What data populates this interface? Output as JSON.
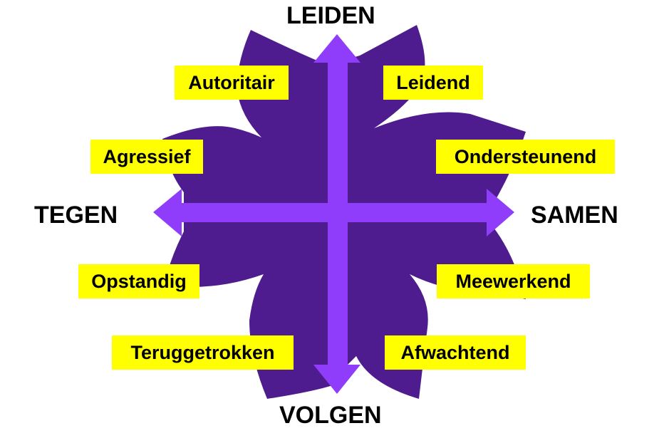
{
  "axes": {
    "top": "LEIDEN",
    "bottom": "VOLGEN",
    "left": "TEGEN",
    "right": "SAMEN"
  },
  "labels": {
    "autoritair": "Autoritair",
    "leidend": "Leidend",
    "agressief": "Agressief",
    "ondersteunend": "Ondersteunend",
    "opstandig": "Opstandig",
    "meewerkend": "Meewerkend",
    "teruggetrokken": "Teruggetrokken",
    "afwachtend": "Afwachtend"
  },
  "colors": {
    "petal": "#4f1c8f",
    "arrow": "#8f3dfa",
    "label_bg": "#ffff00"
  }
}
